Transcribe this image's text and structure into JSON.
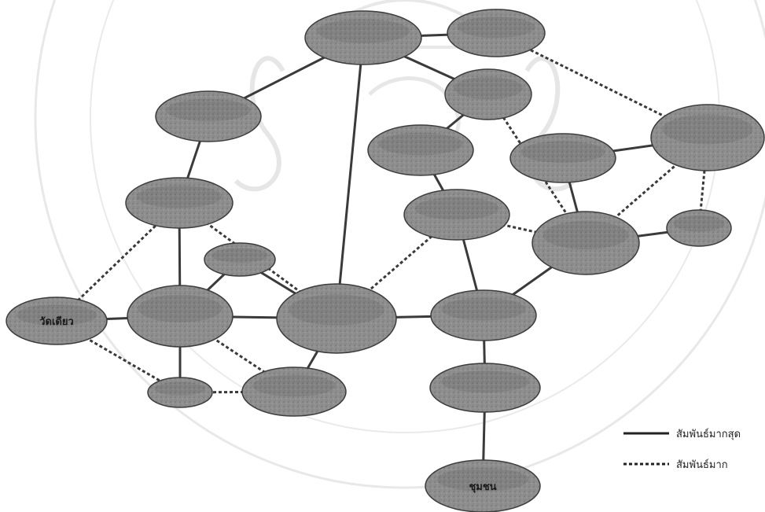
{
  "colors": {
    "node_fill": "#8e8e8e",
    "node_stroke": "#3c3c3c",
    "edge": "#3a3a3a",
    "watermark": "#cfcfcf"
  },
  "nodes": [
    {
      "id": "n_top",
      "label": "",
      "icon": "ellipse-node"
    },
    {
      "id": "n_topright",
      "label": "",
      "icon": "ellipse-node"
    },
    {
      "id": "n_leftupper",
      "label": "",
      "icon": "ellipse-node"
    },
    {
      "id": "n_midright",
      "label": "",
      "icon": "ellipse-node"
    },
    {
      "id": "n_midleft",
      "label": "",
      "icon": "ellipse-node"
    },
    {
      "id": "n_right2",
      "label": "",
      "icon": "ellipse-node"
    },
    {
      "id": "n_farright",
      "label": "",
      "icon": "ellipse-node"
    },
    {
      "id": "n_left2",
      "label": "",
      "icon": "ellipse-node"
    },
    {
      "id": "n_center1",
      "label": "",
      "icon": "ellipse-node"
    },
    {
      "id": "n_right3",
      "label": "",
      "icon": "ellipse-node"
    },
    {
      "id": "n_smallright",
      "label": "",
      "icon": "ellipse-node"
    },
    {
      "id": "n_small1",
      "label": "",
      "icon": "ellipse-node"
    },
    {
      "id": "n_leftedge",
      "label": "วัดเดียว",
      "icon": "ellipse-node"
    },
    {
      "id": "n_left3",
      "label": "",
      "icon": "ellipse-node"
    },
    {
      "id": "n_center",
      "label": "",
      "icon": "ellipse-node"
    },
    {
      "id": "n_rightmid",
      "label": "",
      "icon": "ellipse-node"
    },
    {
      "id": "n_bottomleft",
      "label": "",
      "icon": "ellipse-node"
    },
    {
      "id": "n_bottommid",
      "label": "",
      "icon": "ellipse-node"
    },
    {
      "id": "n_bottomright",
      "label": "",
      "icon": "ellipse-node"
    },
    {
      "id": "n_bottom",
      "label": "ชุมชน",
      "icon": "ellipse-node"
    }
  ],
  "edges": [
    {
      "from": "n_top",
      "to": "n_topright",
      "type": "strongest"
    },
    {
      "from": "n_top",
      "to": "n_leftupper",
      "type": "strongest"
    },
    {
      "from": "n_top",
      "to": "n_midright",
      "type": "strongest"
    },
    {
      "from": "n_top",
      "to": "n_center",
      "type": "strongest"
    },
    {
      "from": "n_topright",
      "to": "n_farright",
      "type": "strong"
    },
    {
      "from": "n_leftupper",
      "to": "n_left2",
      "type": "strongest"
    },
    {
      "from": "n_midright",
      "to": "n_midleft",
      "type": "strongest"
    },
    {
      "from": "n_midright",
      "to": "n_right3",
      "type": "strong"
    },
    {
      "from": "n_midleft",
      "to": "n_center1",
      "type": "strongest"
    },
    {
      "from": "n_right2",
      "to": "n_farright",
      "type": "strongest"
    },
    {
      "from": "n_right2",
      "to": "n_right3",
      "type": "strongest"
    },
    {
      "from": "n_farright",
      "to": "n_smallright",
      "type": "strong"
    },
    {
      "from": "n_farright",
      "to": "n_right3",
      "type": "strong"
    },
    {
      "from": "n_right3",
      "to": "n_smallright",
      "type": "strongest"
    },
    {
      "from": "n_right3",
      "to": "n_center1",
      "type": "strong"
    },
    {
      "from": "n_right3",
      "to": "n_rightmid",
      "type": "strongest"
    },
    {
      "from": "n_center1",
      "to": "n_center",
      "type": "strong"
    },
    {
      "from": "n_center1",
      "to": "n_rightmid",
      "type": "strongest"
    },
    {
      "from": "n_left2",
      "to": "n_leftedge",
      "type": "strong"
    },
    {
      "from": "n_left2",
      "to": "n_left3",
      "type": "strongest"
    },
    {
      "from": "n_left2",
      "to": "n_center",
      "type": "strong"
    },
    {
      "from": "n_small1",
      "to": "n_left3",
      "type": "strongest"
    },
    {
      "from": "n_small1",
      "to": "n_center",
      "type": "strongest"
    },
    {
      "from": "n_leftedge",
      "to": "n_left3",
      "type": "strongest"
    },
    {
      "from": "n_leftedge",
      "to": "n_bottomleft",
      "type": "strong"
    },
    {
      "from": "n_left3",
      "to": "n_center",
      "type": "strongest"
    },
    {
      "from": "n_left3",
      "to": "n_bottomleft",
      "type": "strongest"
    },
    {
      "from": "n_left3",
      "to": "n_bottommid",
      "type": "strong"
    },
    {
      "from": "n_center",
      "to": "n_rightmid",
      "type": "strongest"
    },
    {
      "from": "n_center",
      "to": "n_bottommid",
      "type": "strongest"
    },
    {
      "from": "n_bottomleft",
      "to": "n_bottommid",
      "type": "strong"
    },
    {
      "from": "n_rightmid",
      "to": "n_bottomright",
      "type": "strongest"
    },
    {
      "from": "n_bottomright",
      "to": "n_bottom",
      "type": "strongest"
    }
  ],
  "legend": {
    "strongest_label": "สัมพันธ์มากสุด",
    "strong_label": "สัมพันธ์มาก"
  }
}
